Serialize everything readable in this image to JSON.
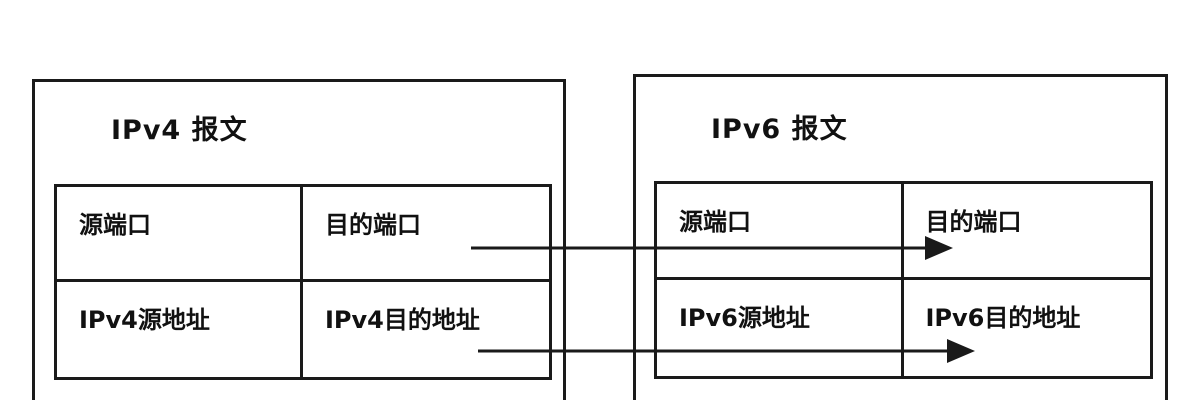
{
  "packets": {
    "ipv4": {
      "title": "IPv4 报文",
      "fields": {
        "source_port": "源端口",
        "destination_port": "目的端口",
        "source_address": "IPv4源地址",
        "destination_address": "IPv4目的地址"
      }
    },
    "ipv6": {
      "title": "IPv6 报文",
      "fields": {
        "source_port": "源端口",
        "destination_port": "目的端口",
        "source_address": "IPv6源地址",
        "destination_address": "IPv6目的地址"
      }
    }
  },
  "colors": {
    "line": "#1a1a1a",
    "background": "#ffffff"
  }
}
